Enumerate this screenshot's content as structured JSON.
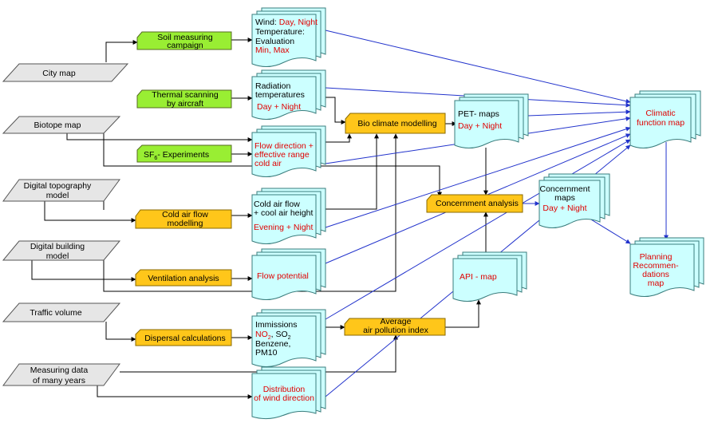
{
  "inputs": {
    "city_map": "City map",
    "biotope_map": "Biotope map",
    "topography_l1": "Digital topography",
    "topography_l2": "model",
    "building_l1": "Digital building",
    "building_l2": "model",
    "traffic": "Traffic volume",
    "measuring_l1": "Measuring data",
    "measuring_l2": "of many years"
  },
  "green_processes": {
    "soil_l1": "Soil measuring",
    "soil_l2": "campaign",
    "thermal_l1": "Thermal scanning",
    "thermal_l2": "by aircraft",
    "sf6_main": "SF",
    "sf6_sub": "6",
    "sf6_rest": "- Experiments"
  },
  "orange_processes": {
    "cold_air_l1": "Cold air flow",
    "cold_air_l2": "modelling",
    "ventilation": "Ventilation analysis",
    "dispersal": "Dispersal calculations",
    "bio_climate": "Bio climate modelling",
    "concernment": "Concernment analysis",
    "air_index_l1": "Average",
    "air_index_l2": "air pollution index"
  },
  "documents": {
    "wind_label": "Wind: ",
    "wind_values": "Day, Night",
    "temperature": "Temperature:",
    "evaluation": "Evaluation",
    "min_max": "Min, Max",
    "radiation_l1": "Radiation",
    "radiation_l2": "temperatures",
    "radiation_dn": "Day + Night",
    "flow_dir_l1": "Flow direction +",
    "flow_dir_l2": "effective range",
    "flow_dir_l3": "cold air",
    "cold_flow_l1": "Cold air flow",
    "cold_flow_l2": "+ cool air height",
    "evening_night": "Evening + Night",
    "flow_potential": "Flow potential",
    "immissions": "Immissions",
    "no2": "NO",
    "no2_sub": "2",
    "comma": ", ",
    "so2": "SO",
    "so2_sub": "2",
    "benzene": "Benzene,",
    "pm10": "PM10",
    "distribution_l1": "Distribution",
    "distribution_l2": "of wind direction",
    "pet_l1": "PET- maps",
    "pet_dn": "Day + Night",
    "api": "API - map",
    "concern_maps_l1": "Concernment",
    "concern_maps_l2": "maps",
    "concern_dn": "Day + Night",
    "climatic_l1": "Climatic",
    "climatic_l2": "function map",
    "planning_l1": "Planning",
    "planning_l2": "Recommen-",
    "planning_l3": "dations",
    "planning_l4": "map"
  }
}
